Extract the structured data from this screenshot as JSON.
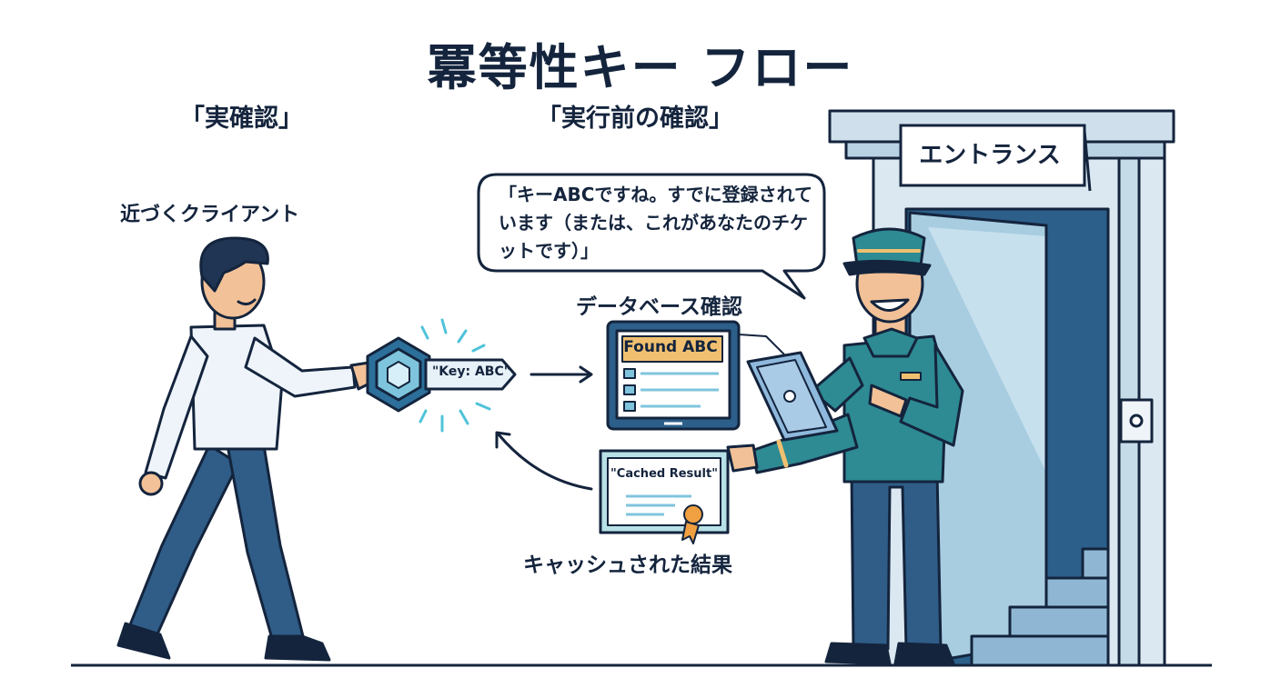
{
  "title": "冪等性キー フロー",
  "subtitle_left": "「実確認」",
  "subtitle_center": "「実行前の確認」",
  "client_label": "近づくクライアント",
  "speech_bubble": "「キーABCですね。すでに登録されています（または、これがあなたのチケットです）」",
  "key_tag": "\"Key: ABC\"",
  "database_label": "データベース確認",
  "database_screen": "Found ABC",
  "certificate_text": "\"Cached Result\"",
  "cache_label": "キャッシュされた結果",
  "entrance_sign": "エントランス",
  "colors": {
    "navy": "#14243d",
    "teal_uniform": "#2e8a93",
    "light_blue": "#a8cde0",
    "building": "#d8e6ef",
    "gold": "#f0c070",
    "pants": "#2f5d87"
  }
}
